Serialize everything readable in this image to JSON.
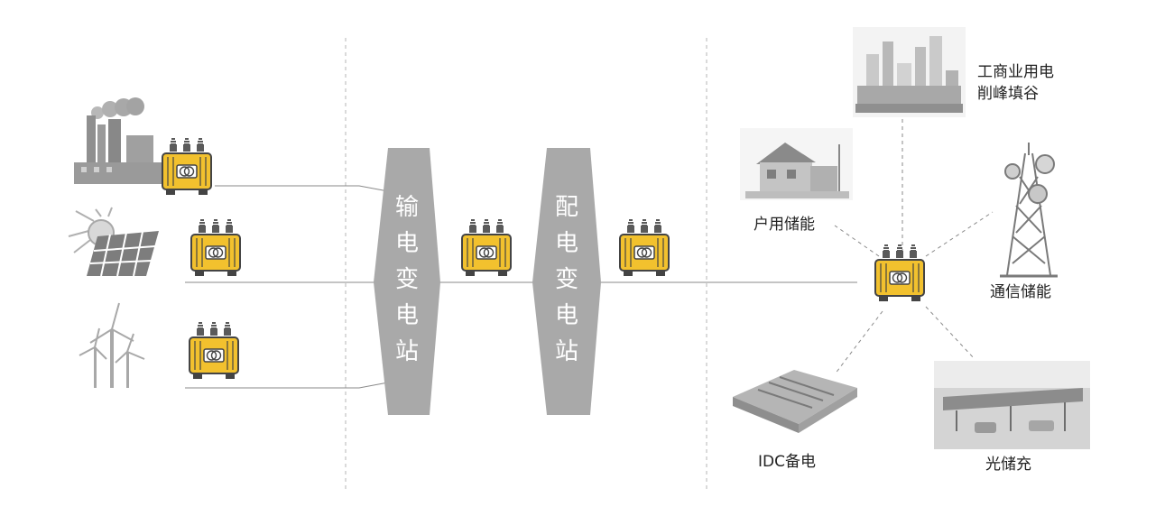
{
  "stations": {
    "transmission": {
      "chars": [
        "输",
        "电",
        "变",
        "电",
        "站"
      ]
    },
    "distribution": {
      "chars": [
        "配",
        "电",
        "变",
        "电",
        "站"
      ]
    }
  },
  "applications": {
    "commercial": {
      "line1": "工商业用电",
      "line2": "削峰填谷"
    },
    "household": "户用储能",
    "telecom": "通信储能",
    "idc": "IDC备电",
    "pv_storage_charging": "光储充"
  },
  "icons": {
    "sources": [
      "factory-icon",
      "solar-panel-icon",
      "wind-turbine-icon"
    ],
    "transformer": "transformer-icon"
  },
  "colors": {
    "accent": "#f2c12e",
    "accent_stroke": "#c79a12",
    "station": "#a9a9a9",
    "line": "#8a8a8a",
    "divider": "#b5b5b5",
    "photo_gray": "#bdbdbd",
    "label": "#222222"
  }
}
